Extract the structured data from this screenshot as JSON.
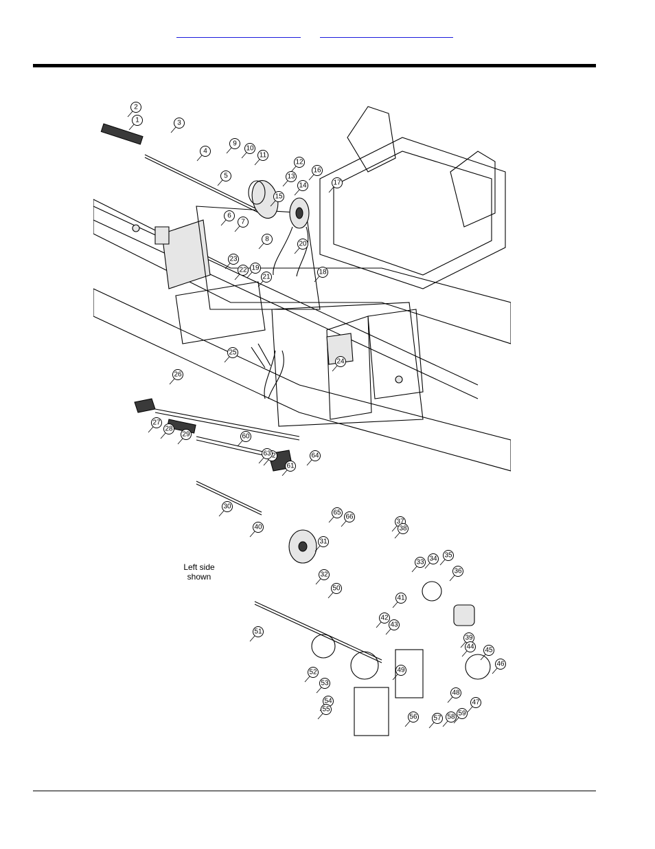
{
  "nav": {
    "link1": "",
    "link2": ""
  },
  "diagram": {
    "note": "Left side\nshown",
    "callouts": [
      "1",
      "2",
      "3",
      "4",
      "5",
      "6",
      "7",
      "8",
      "9",
      "10",
      "11",
      "12",
      "13",
      "14",
      "15",
      "16",
      "17",
      "18",
      "19",
      "20",
      "21",
      "22",
      "23",
      "24",
      "25",
      "26",
      "27",
      "28",
      "29",
      "30",
      "31",
      "32",
      "33",
      "34",
      "35",
      "36",
      "37",
      "38",
      "39",
      "40",
      "41",
      "42",
      "43",
      "44",
      "45",
      "46",
      "47",
      "48",
      "49",
      "50",
      "51",
      "52",
      "53",
      "54",
      "55",
      "56",
      "57",
      "58",
      "59",
      "60",
      "61",
      "62",
      "63",
      "64",
      "65",
      "66"
    ]
  }
}
